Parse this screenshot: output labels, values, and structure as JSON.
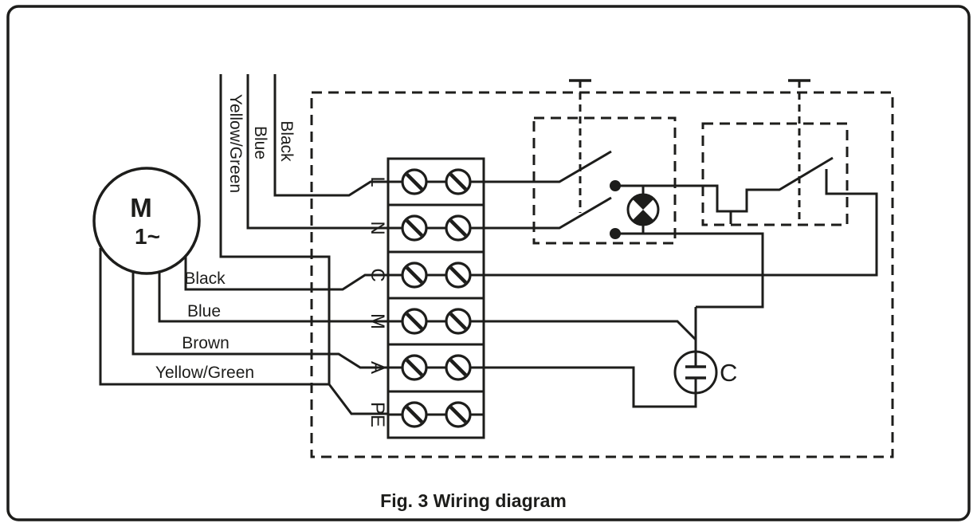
{
  "figure": {
    "caption": "Fig. 3 Wiring diagram"
  },
  "motor": {
    "label": "M",
    "phase": "1~"
  },
  "terminal_block": {
    "labels": [
      "L",
      "N",
      "C",
      "M",
      "A",
      "PE"
    ]
  },
  "supply_wire_labels": [
    "Yellow/Green",
    "Blue",
    "Black"
  ],
  "motor_wire_labels": [
    "Black",
    "Blue",
    "Brown",
    "Yellow/Green"
  ],
  "capacitor": {
    "label": "C"
  },
  "colors": {
    "ink": "#1d1d1b",
    "paper": "#ffffff"
  }
}
